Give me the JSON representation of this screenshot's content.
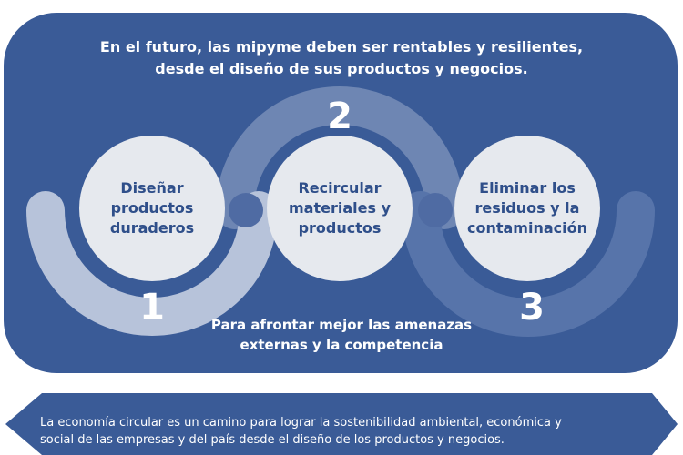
{
  "headline": {
    "line1": "En el futuro, las mipyme deben ser rentables y resilientes,",
    "line2": "desde el diseño de sus productos y negocios."
  },
  "steps": [
    {
      "number": "1",
      "lines": [
        "Diseñar",
        "productos",
        "duraderos"
      ]
    },
    {
      "number": "2",
      "lines": [
        "Recircular",
        "materiales y",
        "productos"
      ]
    },
    {
      "number": "3",
      "lines": [
        "Eliminar los",
        "residuos y la",
        "contaminación"
      ]
    }
  ],
  "footer": {
    "line1": "Para afrontar mejor las amenazas",
    "line2": "externas y la competencia"
  },
  "banner": {
    "line1": "La economía circular es un camino para lograr la sostenibilidad ambiental, económica y",
    "line2": "social de las empresas y del país desde el diseño de los productos y negocios."
  },
  "colors": {
    "panel": "#3a5b97",
    "ring1": "#b7c3da",
    "ring2": "#6e86b3",
    "ring3": "#5774aa",
    "circle": "#e6e9ee",
    "circle_text": "#2f4f8a",
    "connector": "#4f6ba3"
  }
}
